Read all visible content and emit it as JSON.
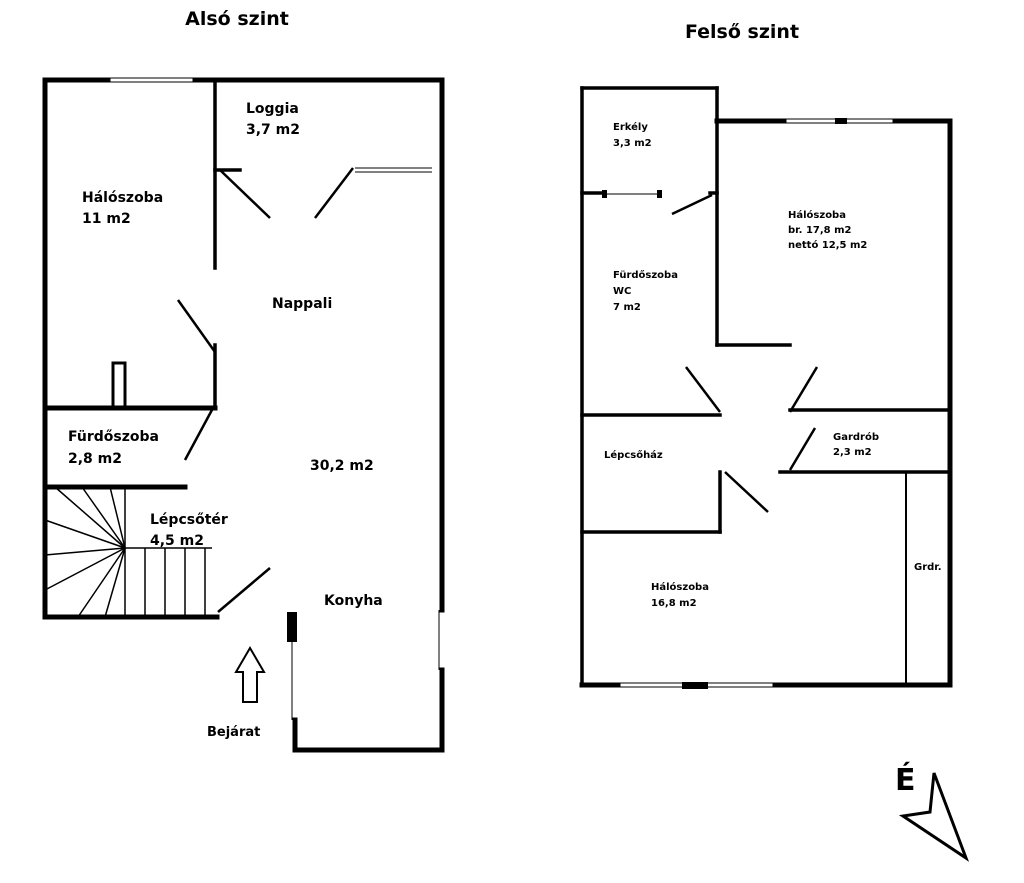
{
  "levels": {
    "lower": {
      "title": "Alsó szint",
      "rooms": {
        "loggia": {
          "name": "Loggia",
          "area": "3,7 m2"
        },
        "bedroom": {
          "name": "Hálószoba",
          "area": "11 m2"
        },
        "living": {
          "name": "Nappali",
          "area": "30,2 m2"
        },
        "bathroom": {
          "name": "Fürdőszoba",
          "area": "2,8 m2"
        },
        "stairwell": {
          "name": "Lépcsőtér",
          "area": "4,5 m2"
        },
        "kitchen": {
          "name": "Konyha"
        }
      },
      "entrance": "Bejárat"
    },
    "upper": {
      "title": "Felső szint",
      "rooms": {
        "balcony": {
          "name": "Erkély",
          "area": "3,3 m2"
        },
        "bedroom_large": {
          "name": "Hálószoba",
          "gross": "br. 17,8 m2",
          "net": "nettó 12,5 m2"
        },
        "bathroom": {
          "name": "Fürdőszoba",
          "wc": "WC",
          "area": "7 m2"
        },
        "staircase": {
          "name": "Lépcsőház"
        },
        "wardrobe": {
          "name": "Gardrób",
          "area": "2,3 m2"
        },
        "bedroom_south": {
          "name": "Hálószoba",
          "area": "16,8 m2"
        },
        "wardrobe_small": {
          "name": "Grdr."
        }
      }
    }
  },
  "compass": {
    "label": "É"
  }
}
